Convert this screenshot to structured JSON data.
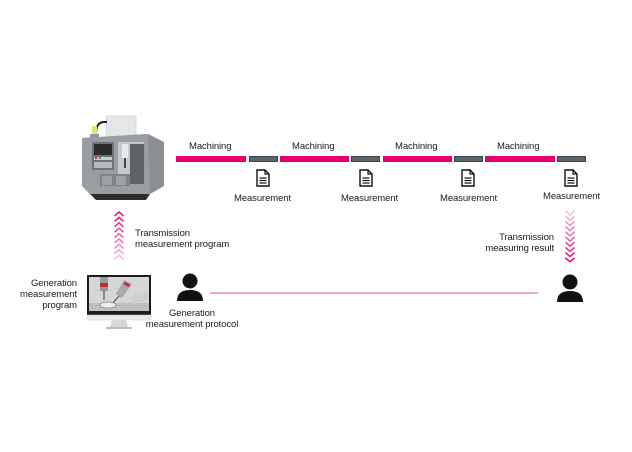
{
  "colors": {
    "machining": "#e5006d",
    "measurement": "#5b656b",
    "connector_line": "#f0a6c8",
    "icon": "#111111"
  },
  "process": {
    "machining_label": "Machining",
    "measurement_label": "Measurement",
    "steps": [
      {
        "machining": "Machining",
        "measurement": "Measurement"
      },
      {
        "machining": "Machining",
        "measurement": "Measurement"
      },
      {
        "machining": "Machining",
        "measurement": "Measurement"
      },
      {
        "machining": "Machining",
        "measurement": "Measurement"
      }
    ]
  },
  "left": {
    "machine_icon": "cnc-machine-icon",
    "transmission_line1": "Transmission",
    "transmission_line2": "measurement program",
    "generation_program_line1": "Generation",
    "generation_program_line2": "measurement",
    "generation_program_line3": "program",
    "monitor_icon": "monitor-icon",
    "user_icon": "user-icon",
    "generation_protocol_line1": "Generation",
    "generation_protocol_line2": "measurement protocol"
  },
  "right": {
    "transmission_line1": "Transmission",
    "transmission_line2": "measuring result",
    "user_icon": "user-icon"
  }
}
